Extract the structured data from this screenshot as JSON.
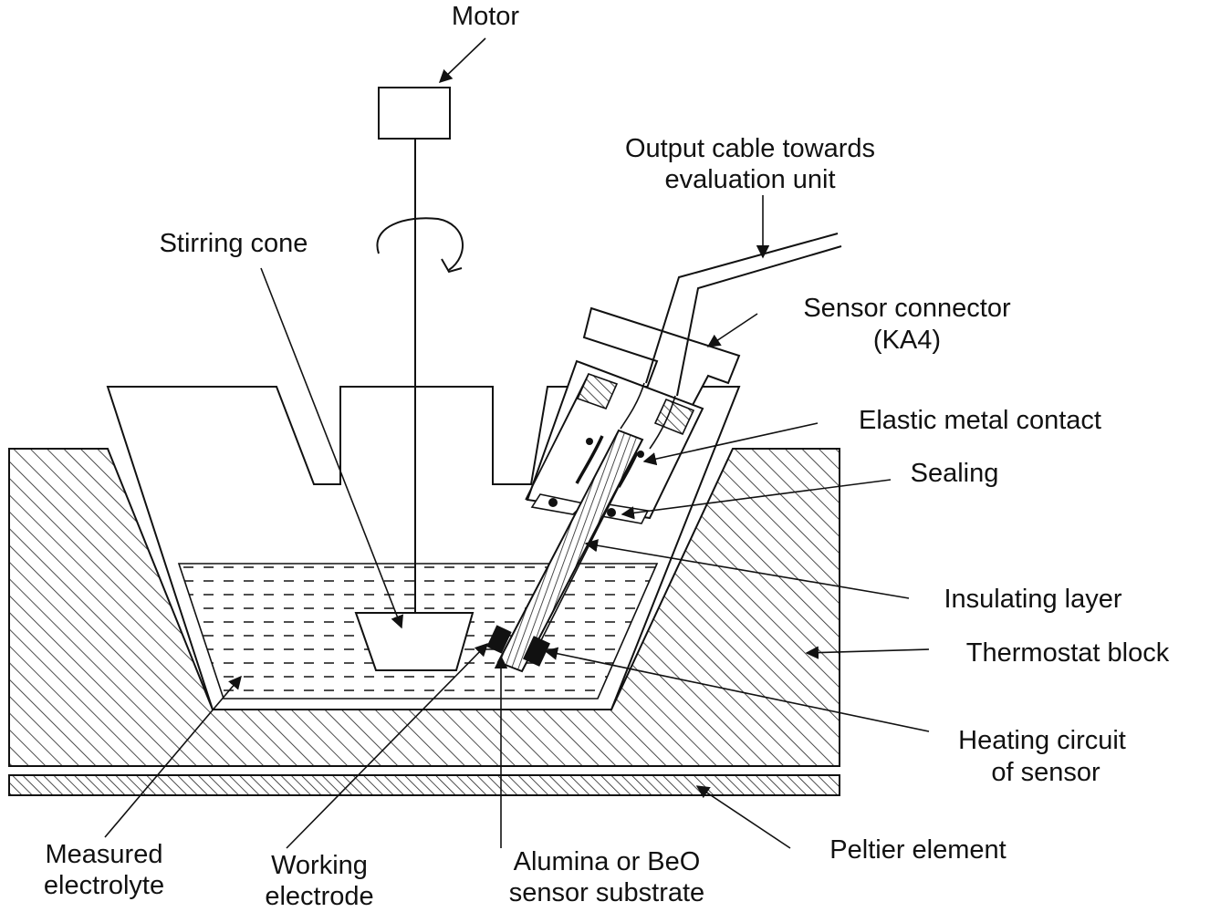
{
  "labels": {
    "motor": "Motor",
    "output_cable_line1": "Output cable towards",
    "output_cable_line2": "evaluation unit",
    "stirring_cone": "Stirring cone",
    "sensor_connector_line1": "Sensor connector",
    "sensor_connector_line2": "(KA4)",
    "elastic_metal_contact": "Elastic metal contact",
    "sealing": "Sealing",
    "insulating_layer": "Insulating layer",
    "thermostat_block": "Thermostat block",
    "heating_circuit_line1": "Heating circuit",
    "heating_circuit_line2": "of sensor",
    "peltier_element": "Peltier element",
    "measured_electrolyte_line1": "Measured",
    "measured_electrolyte_line2": "electrolyte",
    "working_electrode_line1": "Working",
    "working_electrode_line2": "electrode",
    "substrate_line1": "Alumina or BeO",
    "substrate_line2": "sensor substrate"
  }
}
